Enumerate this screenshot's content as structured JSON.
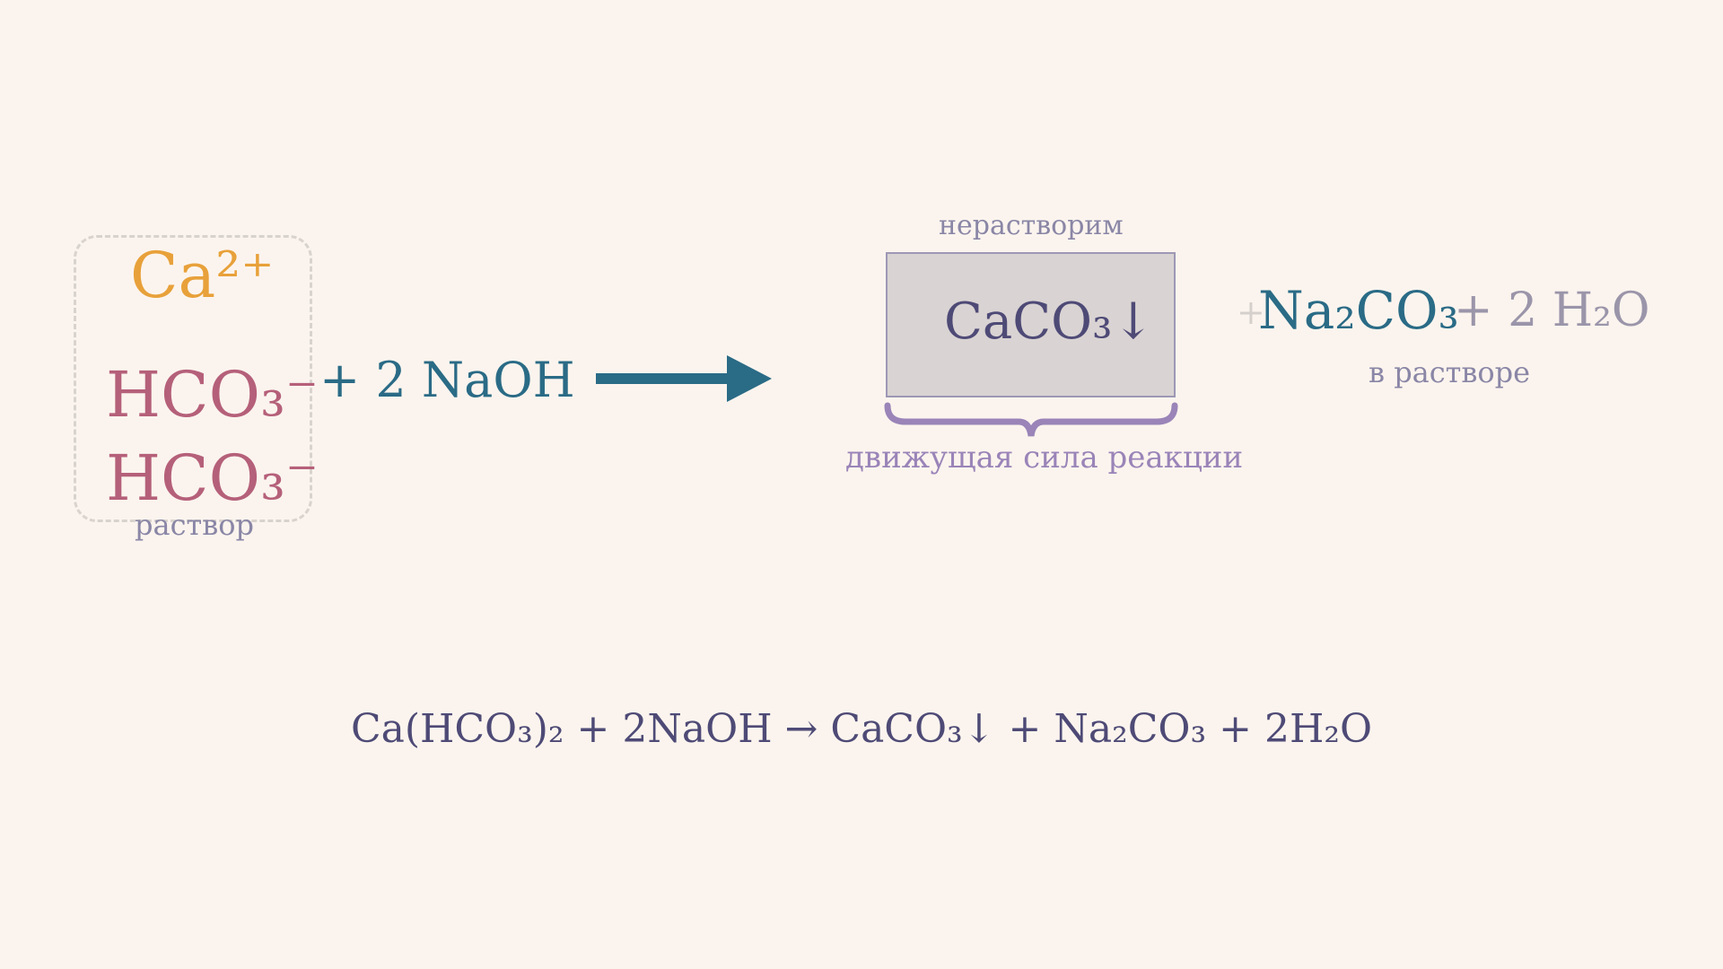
{
  "reactants": {
    "ions": [
      "Ca²⁺",
      "HCO₃⁻",
      "HCO₃⁻"
    ],
    "solution_label": "раствор",
    "reagent": "+ 2 NaOH"
  },
  "precipitate": {
    "top_label": "нерастворим",
    "formula": "CaCO₃↓",
    "brace_label": "движущая сила реакции"
  },
  "products": {
    "plus": "+",
    "sodium_carbonate": "Na₂CO₃",
    "water": "+ 2 H₂O",
    "label": "в растворе"
  },
  "equation": "Ca(HCO₃)₂ + 2NaOH → CaCO₃↓ + Na₂CO₃ + 2H₂O",
  "colors": {
    "background": "#FBF4EE",
    "calcium": "#E8A13A",
    "bicarbonate": "#B5607A",
    "reagent": "#2A6B86",
    "precipitate_box": "#D9D3D3",
    "brace": "#9A84B8",
    "text_main": "#4E4A76",
    "text_muted": "#8A86A6"
  }
}
